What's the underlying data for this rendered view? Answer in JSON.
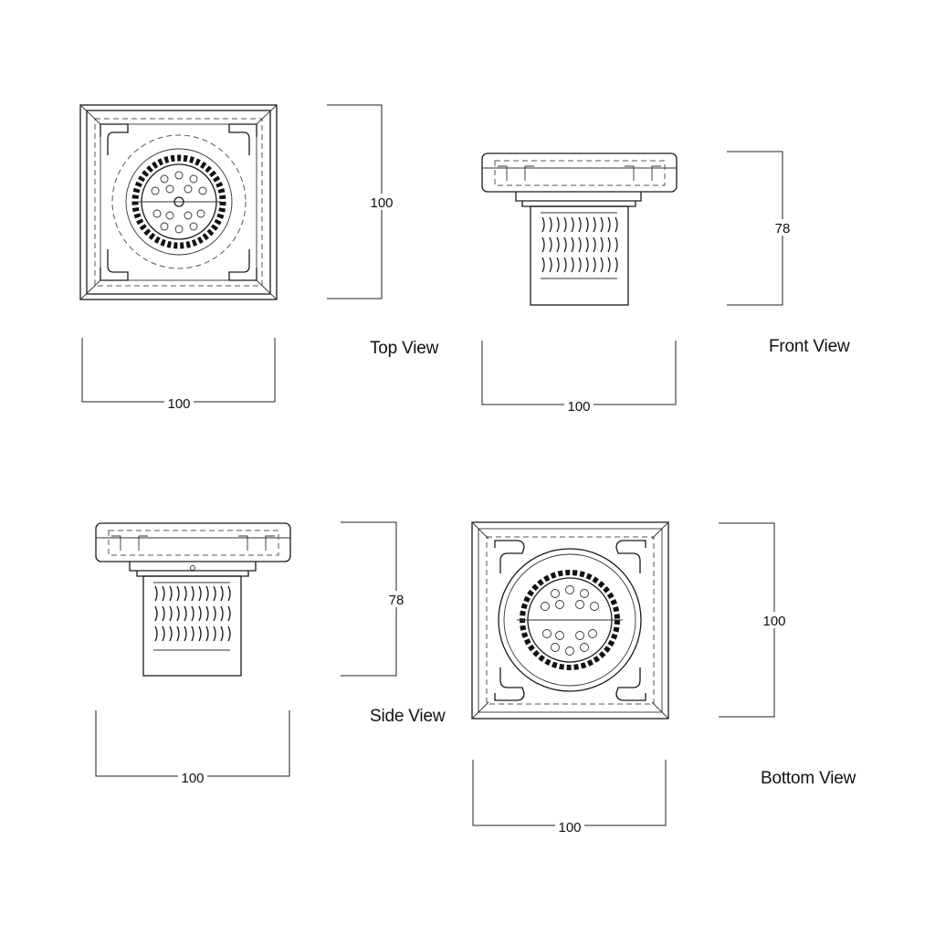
{
  "views": {
    "top": {
      "label": "Top View",
      "width_dim": "100",
      "height_dim": "100"
    },
    "front": {
      "label": "Front View",
      "width_dim": "100",
      "height_dim": "78"
    },
    "side": {
      "label": "Side View",
      "width_dim": "100",
      "height_dim": "78"
    },
    "bottom": {
      "label": "Bottom View",
      "width_dim": "100",
      "height_dim": "100"
    }
  }
}
